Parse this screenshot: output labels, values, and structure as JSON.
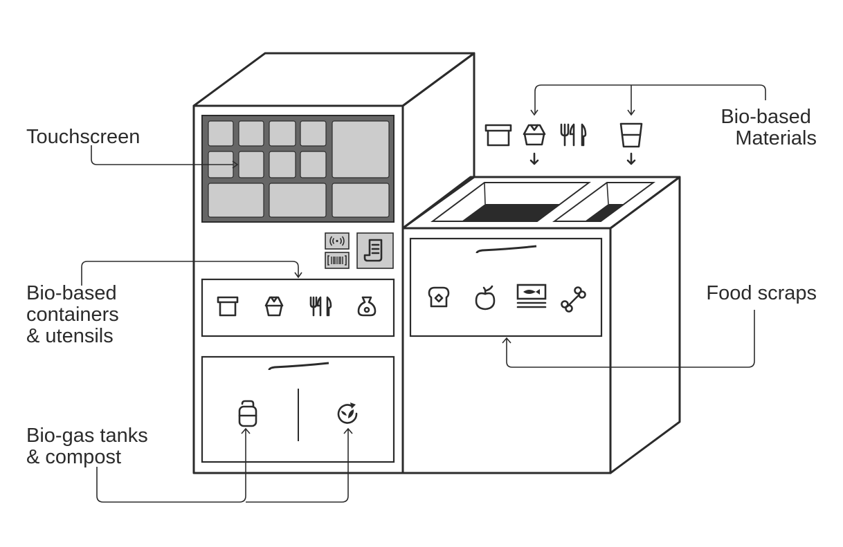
{
  "labels": {
    "touchscreen": "Touchscreen",
    "containers": [
      "Bio-based",
      "containers",
      "& utensils"
    ],
    "biogas": [
      "Bio-gas tanks",
      "& compost"
    ],
    "materials": [
      "Bio-based",
      "Materials"
    ],
    "food_scraps": "Food scraps"
  },
  "colors": {
    "line": "#2b2b2b",
    "side_fill": "#cccccc",
    "screen_frame": "#666666",
    "tile": "#cccccc",
    "opening_dark": "#2b2b2b",
    "panel": "#ffffff"
  },
  "icons": {
    "container_panel": [
      "box-icon",
      "takeout-box-icon",
      "cutlery-icon",
      "bag-icon"
    ],
    "food_panel": [
      "bread-icon",
      "apple-icon",
      "fish-icon",
      "bone-icon"
    ],
    "materials": [
      "box-icon",
      "takeout-box-icon",
      "cutlery-icon",
      "cup-icon"
    ],
    "outputs": [
      "gas-tank-icon",
      "compost-cycle-icon"
    ],
    "control_buttons": [
      "nfc-icon",
      "barcode-icon",
      "receipt-icon"
    ]
  }
}
